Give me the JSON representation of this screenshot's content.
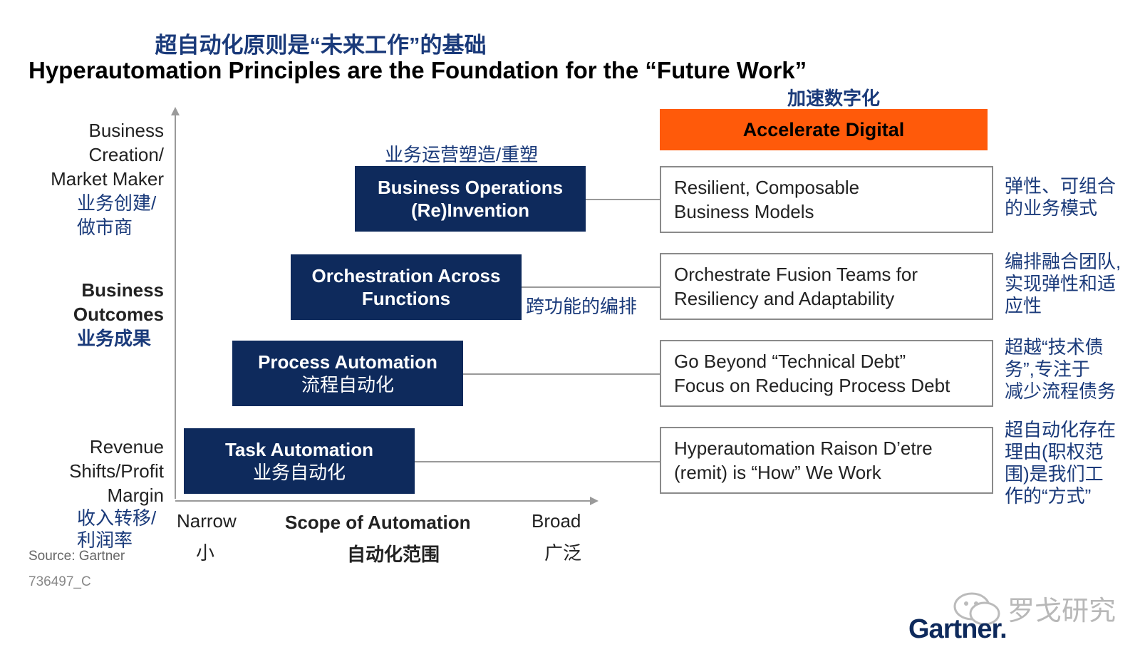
{
  "title": {
    "cn": "超自动化原则是“未来工作”的基础",
    "en": "Hyperautomation Principles are the Foundation for the “Future Work”"
  },
  "accelerate": {
    "cn": "加速数字化",
    "en": "Accelerate Digital",
    "color": "#ff5a0a"
  },
  "y_axis": {
    "top": {
      "en_line1": "Business",
      "en_line2": "Creation/",
      "en_line3": "Market Maker",
      "cn_line1": "业务创建/",
      "cn_line2": "做市商"
    },
    "middle": {
      "en_line1": "Business",
      "en_line2": "Outcomes",
      "cn": "业务成果"
    },
    "bottom": {
      "en_line1": "Revenue",
      "en_line2": "Shifts/Profit",
      "en_line3": "Margin",
      "cn_line1": "收入转移/",
      "cn_line2": "利润率"
    }
  },
  "x_axis": {
    "left_en": "Narrow",
    "left_cn": "小",
    "center_en": "Scope of Automation",
    "center_cn": "自动化范围",
    "right_en": "Broad",
    "right_cn": "广泛"
  },
  "steps": [
    {
      "line1": "Business Operations",
      "line2": "(Re)Invention",
      "cn_label": "业务运营塑造/重塑"
    },
    {
      "line1": "Orchestration Across",
      "line2": "Functions",
      "cn_label": "跨功能的编排"
    },
    {
      "line1": "Process Automation",
      "line2": "流程自动化"
    },
    {
      "line1": "Task Automation",
      "line2": "业务自动化"
    }
  ],
  "outcomes": [
    {
      "line1": "Resilient, Composable",
      "line2": "Business Models",
      "cn_line1": "弹性、可组合",
      "cn_line2": "的业务模式"
    },
    {
      "line1": "Orchestrate Fusion Teams for",
      "line2": "Resiliency and Adaptability",
      "cn_line1": "编排融合团队,",
      "cn_line2": "实现弹性和适",
      "cn_line3": "应性"
    },
    {
      "line1": "Go Beyond “Technical Debt”",
      "line2": "Focus on Reducing Process Debt",
      "cn_line1": "超越“技术债",
      "cn_line2": "务”,专注于",
      "cn_line3": "减少流程债务"
    },
    {
      "line1": "Hyperautomation Raison D’etre",
      "line2": "(remit) is “How” We Work",
      "cn_line1": "超自动化存在",
      "cn_line2": "理由(职权范",
      "cn_line3": "围)是我们工",
      "cn_line4": "作的“方式”"
    }
  ],
  "source": "Source: Gartner",
  "doc_id": "736497_C",
  "watermark": "罗戈研究",
  "brand": "Gartner."
}
